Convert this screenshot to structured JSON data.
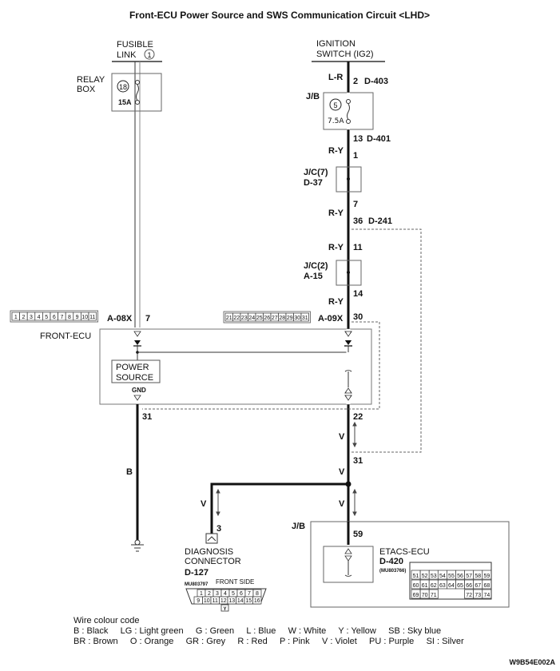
{
  "title": "Front-ECU Power Source and SWS Communication Circuit <LHD>",
  "sources": {
    "fusible_link": {
      "line1": "FUSIBLE",
      "line2": "LINK",
      "number": "1"
    },
    "ignition_switch": {
      "line1": "IGNITION",
      "line2": "SWITCH (IG2)"
    }
  },
  "relay_box": {
    "line1": "RELAY",
    "line2": "BOX",
    "fuse_number": "18",
    "fuse_rating": "15A"
  },
  "jb_fuse": {
    "label": "J/B",
    "fuse_number": "5",
    "fuse_rating": "7.5A"
  },
  "wires": {
    "ig_out": {
      "color": "L-R",
      "pin": "2",
      "connector": "D-403"
    },
    "jb_out": {
      "pin": "13",
      "connector": "D-401"
    },
    "jc7_in": {
      "color": "R-Y",
      "pin": "1"
    },
    "jc7": {
      "line1": "J/C(7)",
      "line2": "D-37"
    },
    "jc7_out": {
      "pin": "7"
    },
    "d241": {
      "color": "R-Y",
      "pin": "36",
      "connector": "D-241"
    },
    "jc2_in": {
      "color": "R-Y",
      "pin": "11"
    },
    "jc2": {
      "line1": "J/C(2)",
      "line2": "A-15"
    },
    "jc2_out": {
      "pin": "14"
    },
    "a09x": {
      "color": "R-Y",
      "pin": "30",
      "connector": "A-09X"
    },
    "a08x": {
      "pin": "7",
      "connector": "A-08X"
    },
    "gnd": {
      "pin": "31",
      "color": "B"
    },
    "comm_out": {
      "pin": "22",
      "color": "V"
    },
    "comm_d241": {
      "pin": "31",
      "color": "V"
    },
    "diag_branch": {
      "color": "V",
      "pin": "3"
    },
    "etacs_branch": {
      "color": "V",
      "pin": "59"
    }
  },
  "front_ecu": {
    "label": "FRONT-ECU",
    "power_source_line1": "POWER",
    "power_source_line2": "SOURCE",
    "gnd_label": "GND"
  },
  "connectors": {
    "a08x_pins": [
      "1",
      "2",
      "3",
      "4",
      "5",
      "6",
      "7",
      "8",
      "9",
      "10",
      "11"
    ],
    "a09x_pins": [
      "21",
      "22",
      "23",
      "24",
      "25",
      "26",
      "27",
      "28",
      "29",
      "30",
      "31"
    ]
  },
  "diagnosis_connector": {
    "line1": "DIAGNOSIS",
    "line2": "CONNECTOR",
    "id": "D-127",
    "part_no": "MU803797",
    "side": "FRONT SIDE",
    "row1": [
      "1",
      "2",
      "3",
      "4",
      "5",
      "6",
      "7",
      "8"
    ],
    "row2": [
      "9",
      "10",
      "11",
      "12",
      "13",
      "14",
      "15",
      "16"
    ],
    "mark": "Y"
  },
  "etacs": {
    "jb_label": "J/B",
    "name": "ETACS-ECU",
    "id": "D-420",
    "part_no": "(MU803766)",
    "row1": [
      "51",
      "52",
      "53",
      "54",
      "55",
      "56",
      "57",
      "58",
      "59"
    ],
    "row2": [
      "60",
      "61",
      "62",
      "63",
      "64",
      "65",
      "66",
      "67",
      "68"
    ],
    "row3a": [
      "69",
      "70",
      "71"
    ],
    "row3b": [
      "72",
      "73",
      "74"
    ]
  },
  "legend": {
    "heading": "Wire colour code",
    "line1": "B : Black     LG : Light green     G : Green     L : Blue     W : White     Y : Yellow     SB : Sky blue",
    "line2": "BR : Brown     O : Orange     GR : Grey     R : Red     P : Pink     V : Violet     PU : Purple     SI : Silver"
  },
  "figure_code": "W9B54E002A"
}
